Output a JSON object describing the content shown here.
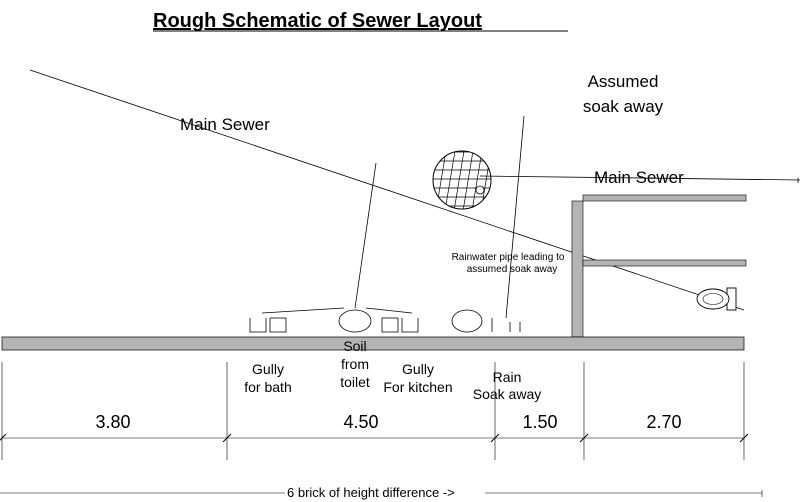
{
  "title": "Rough Schematic of Sewer Layout",
  "labels": {
    "main_sewer_left": "Main Sewer",
    "main_sewer_right": "Main Sewer",
    "assumed_soak_away_line1": "Assumed",
    "assumed_soak_away_line2": "soak away",
    "rainwater_pipe_line1": "Rainwater pipe leading to",
    "rainwater_pipe_line2": "assumed soak away",
    "gully_bath_line1": "Gully",
    "gully_bath_line2": "for bath",
    "soil_line1": "Soil",
    "soil_line2": "from",
    "soil_line3": "toilet",
    "gully_kitchen_line1": "Gully",
    "gully_kitchen_line2": "For kitchen",
    "rain_line1": "Rain",
    "rain_line2": "Soak away"
  },
  "dimensions": [
    "3.80",
    "4.50",
    "1.50",
    "2.70"
  ],
  "height_note": "6 brick of height difference ->",
  "colors": {
    "line": "#000000",
    "wall_fill": "#b4b4b4",
    "background": "#ffffff"
  }
}
